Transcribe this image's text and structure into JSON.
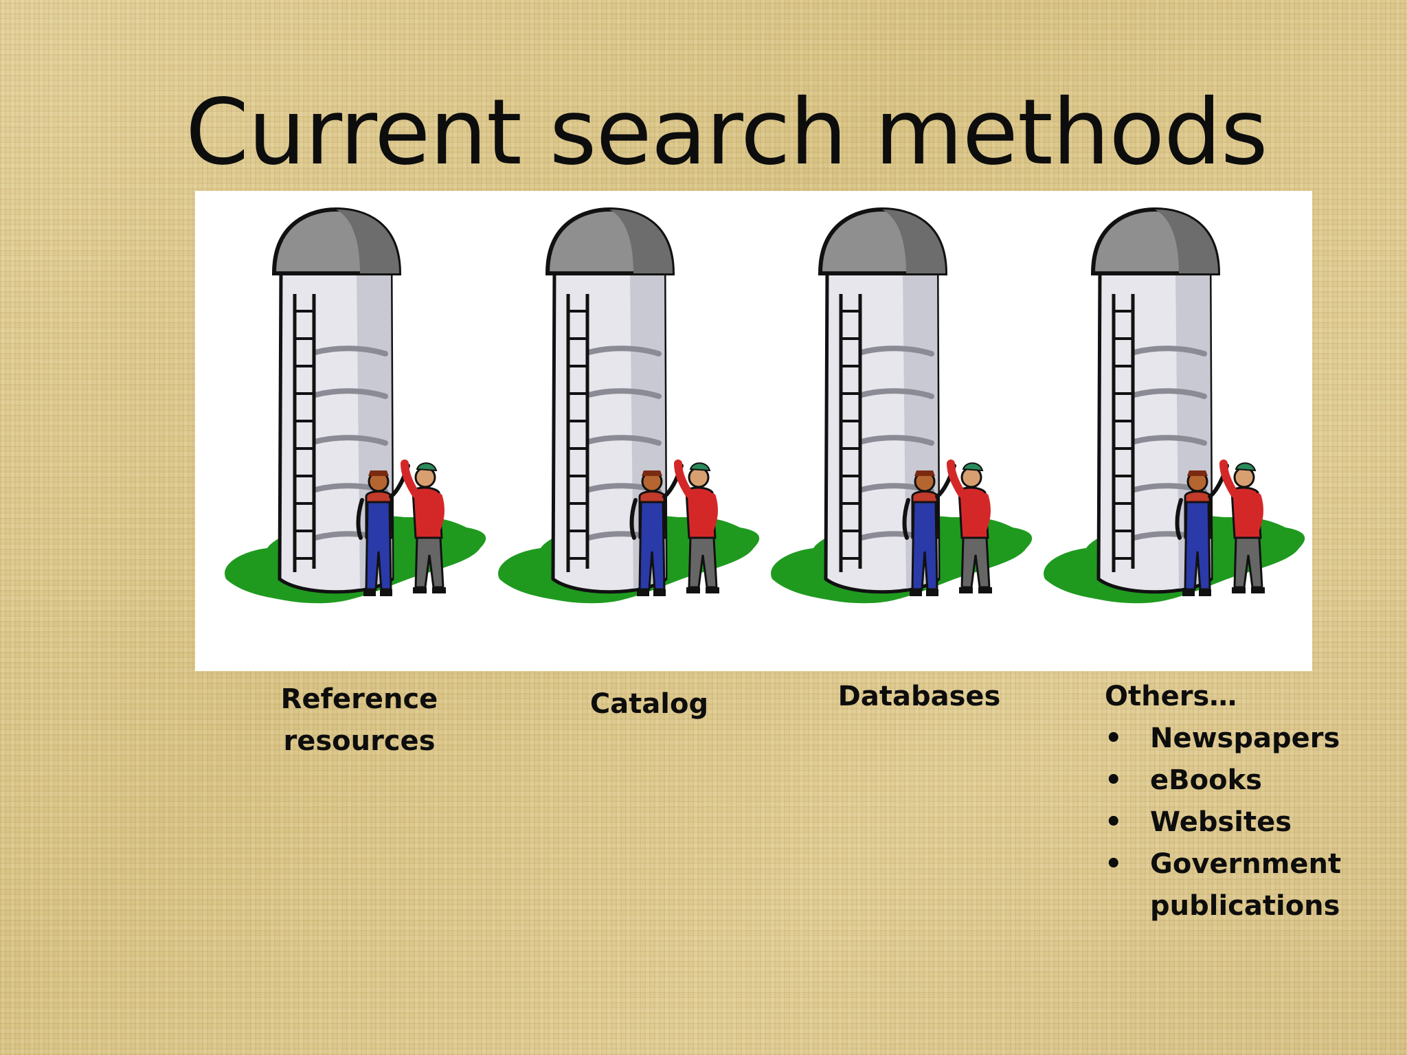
{
  "slide": {
    "title": "Current search methods"
  },
  "captions": {
    "reference_line1": "Reference",
    "reference_line2": "resources",
    "catalog": "Catalog",
    "databases": "Databases"
  },
  "others": {
    "heading": "Others…",
    "bullet_glyph": "•",
    "items": [
      "Newspapers",
      "eBooks",
      "Websites",
      "Government",
      "publications"
    ]
  },
  "colors": {
    "background": "#dcc78e",
    "text": "#0d0d0d",
    "grass": "#1f9a1f",
    "silo_body": "#e6e6ec",
    "silo_dome": "#8f8f8f",
    "overalls": "#2a3aa8",
    "shirt": "#d42828"
  }
}
